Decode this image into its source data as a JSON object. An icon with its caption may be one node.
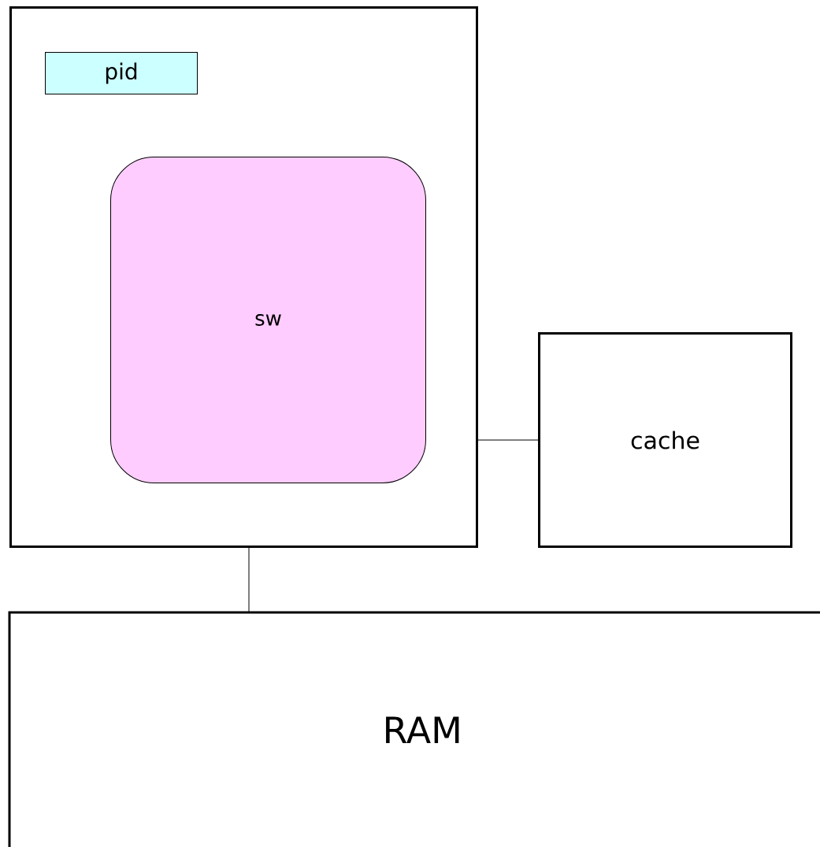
{
  "diagram": {
    "nodes": [
      {
        "text": [],
        "shape": "box"
      },
      {
        "text": [
          "pid"
        ],
        "in": 0
      },
      {
        "text": [
          "sw"
        ],
        "in": 0
      },
      {
        "text": [
          "cache"
        ]
      },
      {
        "text": [
          "RAM"
        ]
      }
    ],
    "edges": [
      {
        "from": 0,
        "to": 3,
        "arrow": "none"
      },
      {
        "from": 0,
        "to": 4,
        "arrow": "none"
      }
    ]
  }
}
